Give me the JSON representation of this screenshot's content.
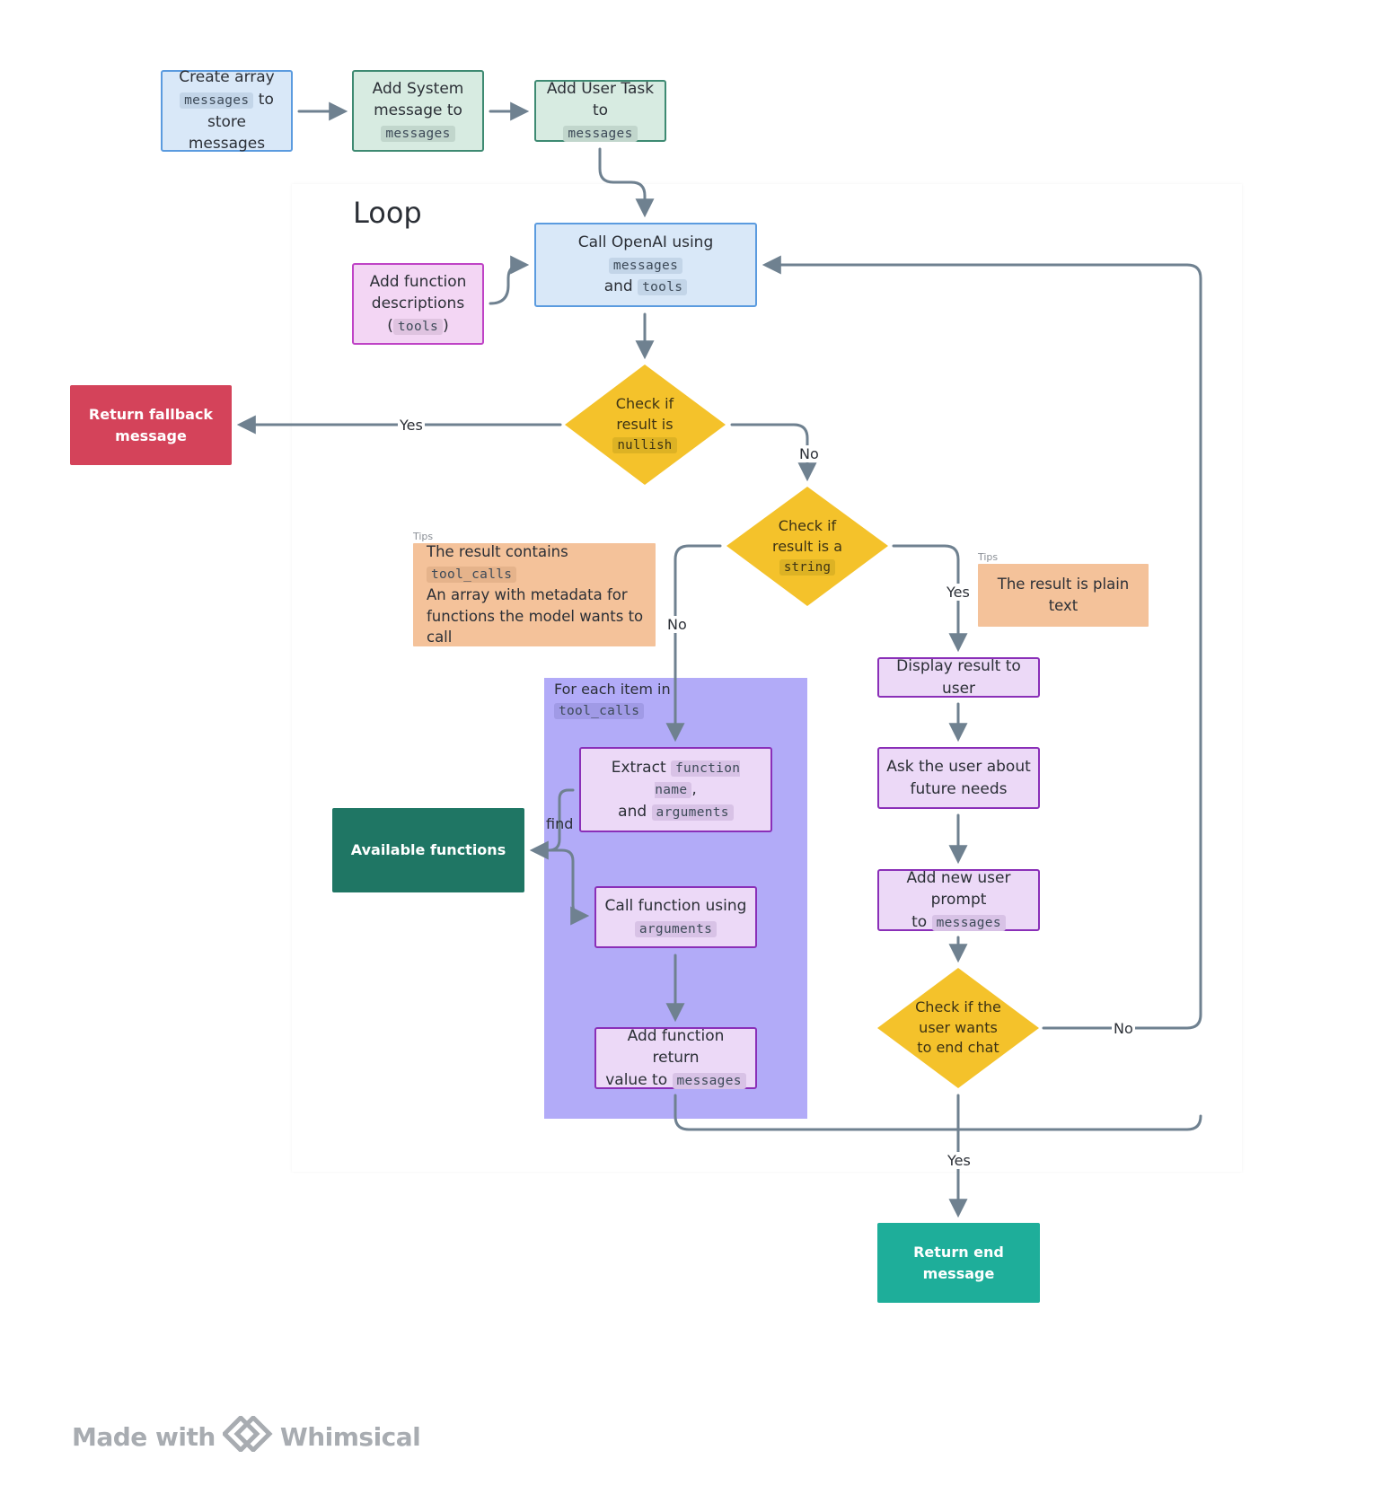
{
  "nodes": {
    "create_array": {
      "pre": "Create array",
      "code": "messages",
      "post": "to",
      "line3": "store messages"
    },
    "add_system": {
      "line1": "Add System",
      "line2": "message to",
      "code": "messages"
    },
    "add_user_task": {
      "line1": "Add User Task to",
      "code": "messages"
    },
    "call_openai": {
      "pre": "Call OpenAI using",
      "code1": "messages",
      "mid": "and",
      "code2": "tools"
    },
    "add_function_desc": {
      "line1": "Add function",
      "line2": "descriptions",
      "open": "(",
      "code": "tools",
      "close": ")"
    },
    "check_nullish": {
      "line1": "Check if",
      "line2": "result is",
      "code": "nullish"
    },
    "return_fallback": {
      "line1": "Return fallback",
      "line2": "message"
    },
    "check_string": {
      "line1": "Check if",
      "line2": "result is a",
      "code": "string"
    },
    "display_result": {
      "text": "Display result to user"
    },
    "ask_user": {
      "line1": "Ask the user about",
      "line2": "future needs"
    },
    "add_new_prompt": {
      "line1": "Add new user prompt",
      "pre": "to",
      "code": "messages"
    },
    "check_end_chat": {
      "line1": "Check if the",
      "line2": "user wants",
      "line3": "to end chat"
    },
    "return_end": {
      "text": "Return end message"
    },
    "extract": {
      "pre": "Extract",
      "code1": "function name",
      "comma": ",",
      "mid": "and",
      "code2": "arguments"
    },
    "call_function": {
      "line1": "Call function using",
      "code": "arguments"
    },
    "add_return": {
      "line1": "Add function return",
      "pre": "value to",
      "code": "messages"
    },
    "available_functions": {
      "text": "Available functions"
    }
  },
  "tips": {
    "left": {
      "label": "Tips",
      "pre": "The result contains",
      "code": "tool_calls",
      "line2": "An array with metadata for",
      "line3": "functions the model wants to call"
    },
    "right": {
      "label": "Tips",
      "text": "The result is plain text"
    }
  },
  "loop": {
    "title": "Loop"
  },
  "group": {
    "title": "For each item in",
    "code": "tool_calls"
  },
  "edge_labels": {
    "nullish_yes": "Yes",
    "nullish_no": "No",
    "string_no": "No",
    "string_yes": "Yes",
    "find": "find",
    "end_no": "No",
    "end_yes": "Yes"
  },
  "footer": {
    "made_with": "Made with",
    "brand": "Whimsical"
  },
  "colors": {
    "edge": "#6f8190",
    "diamond": "#f4c22b",
    "group": "#b2abf8",
    "fallback": "#d4435a",
    "available": "#1f7664",
    "end": "#1eae9a",
    "tip": "#f4c29a"
  }
}
